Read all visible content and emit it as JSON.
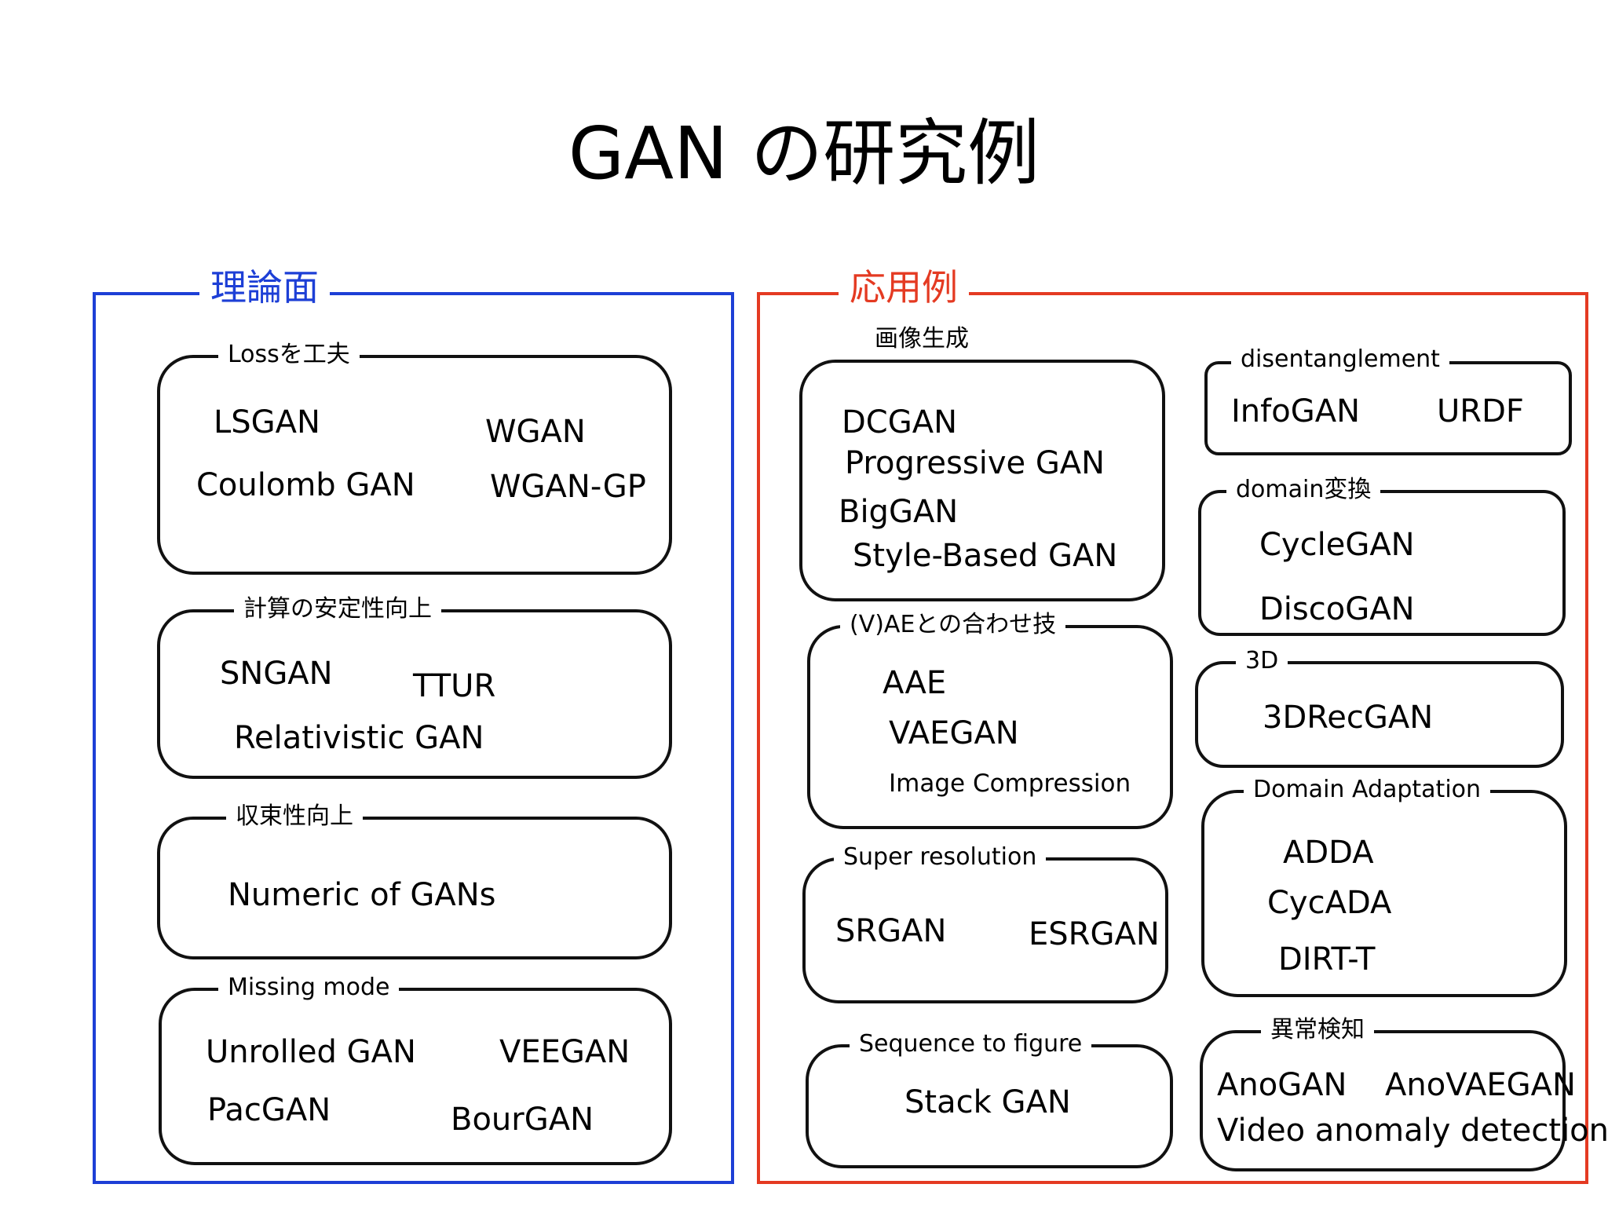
{
  "title": "GAN の研究例",
  "theory": {
    "label": "理論面",
    "groups": [
      {
        "title": "Lossを工夫",
        "items": [
          "LSGAN",
          "WGAN",
          "Coulomb GAN",
          "WGAN-GP"
        ]
      },
      {
        "title": "計算の安定性向上",
        "items": [
          "SNGAN",
          "TTUR",
          "Relativistic GAN"
        ]
      },
      {
        "title": "収束性向上",
        "items": [
          "Numeric of GANs"
        ]
      },
      {
        "title": "Missing mode",
        "items": [
          "Unrolled GAN",
          "VEEGAN",
          "PacGAN",
          "BourGAN"
        ]
      }
    ]
  },
  "applications": {
    "label": "応用例",
    "groups": [
      {
        "title": "画像生成",
        "items": [
          "DCGAN",
          "Progressive GAN",
          "BigGAN",
          "Style-Based GAN"
        ]
      },
      {
        "title": "(V)AEとの合わせ技",
        "items": [
          "AAE",
          "VAEGAN",
          "Image Compression"
        ]
      },
      {
        "title": "Super resolution",
        "items": [
          "SRGAN",
          "ESRGAN"
        ]
      },
      {
        "title": "Sequence to figure",
        "items": [
          "Stack GAN"
        ]
      },
      {
        "title": "disentanglement",
        "items": [
          "InfoGAN",
          "URDF"
        ]
      },
      {
        "title": "domain変換",
        "items": [
          "CycleGAN",
          "DiscoGAN"
        ]
      },
      {
        "title": "3D",
        "items": [
          "3DRecGAN"
        ]
      },
      {
        "title": "Domain Adaptation",
        "items": [
          "ADDA",
          "CycADA",
          "DIRT-T"
        ]
      },
      {
        "title": "異常検知",
        "items": [
          "AnoGAN",
          "AnoVAEGAN",
          "Video anomaly detection"
        ]
      }
    ]
  },
  "colors": {
    "theory": "#1d3fd6",
    "applications": "#e43a22",
    "box_border": "#111111"
  }
}
